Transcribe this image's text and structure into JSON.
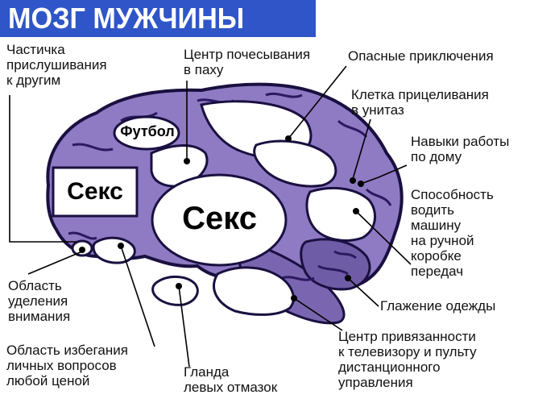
{
  "title": "МОЗГ МУЖЧИНЫ",
  "colors": {
    "title_bg": "#2f55c8",
    "title_text": "#ffffff",
    "brain_fill": "#8f7ac4",
    "brain_outline": "#1a1040",
    "region_fill": "#ffffff"
  },
  "regions": {
    "football": "Футбол",
    "sex_small": "Секс",
    "sex_large": "Секс"
  },
  "labels": {
    "listening": "Частичка\nприслушивания\nк другим",
    "scratch": "Центр почесывания\nв паху",
    "danger": "Опасные приключения",
    "aim": "Клетка прицеливания\nв унитаз",
    "housework": "Навыки работы\nпо дому",
    "driving": "Способность\nводить\nмашину\nна ручной\nкоробке\nпередач",
    "attention": "Область\nуделения\nвнимания",
    "ironing": "Глажение одежды",
    "avoid": "Область избегания\nличных вопросов\nлюбой ценой",
    "excuses": "Гланда\nлевых отмазок",
    "tv": "Центр привязанности\nк телевизору и пульту\nдистанционного\nуправления"
  }
}
